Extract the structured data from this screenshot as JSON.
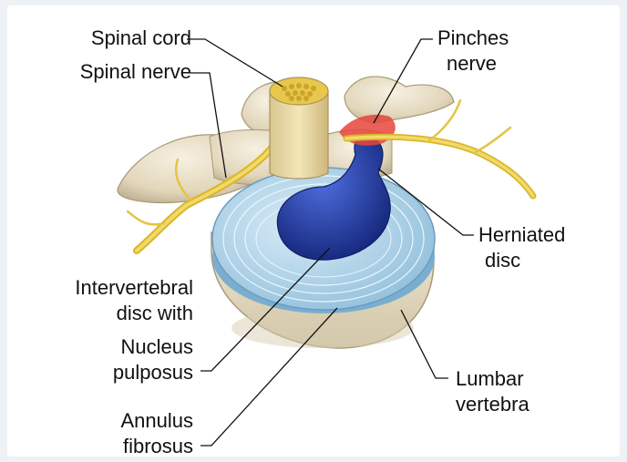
{
  "labels": {
    "spinal_cord": "Spinal cord",
    "spinal_nerve": "Spinal nerve",
    "pinches_nerve_line1": "Pinches",
    "pinches_nerve_line2": "nerve",
    "herniated_disc_line1": "Herniated",
    "herniated_disc_line2": "disc",
    "intervertebral_line1": "Intervertebral",
    "intervertebral_line2": "disc with",
    "nucleus_line1": "Nucleus",
    "nucleus_line2": "pulposus",
    "annulus_line1": "Annulus",
    "annulus_line2": "fibrosus",
    "lumbar_line1": "Lumbar",
    "lumbar_line2": "vertebra"
  },
  "colors": {
    "background": "#eef2f6",
    "bone": "#e6dcc2",
    "disc": "#a9cfe6",
    "nucleus": "#1f3aa3",
    "nerve": "#e8c83a",
    "pinched_region": "#e8453c"
  }
}
